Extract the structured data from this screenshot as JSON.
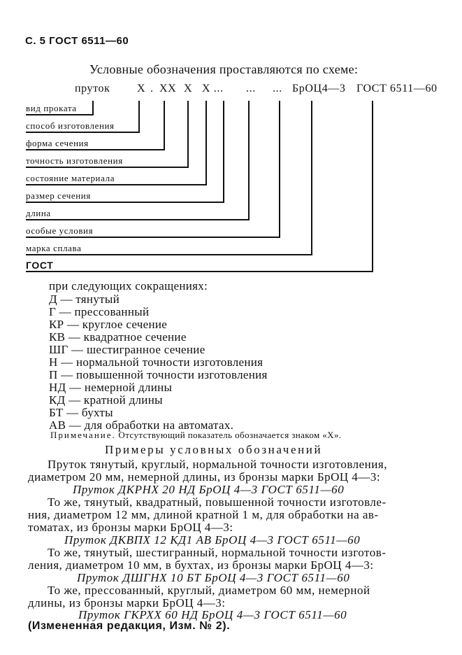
{
  "header": "С. 5 ГОСТ 6511—60",
  "intro": "Условные обозначения проставляются по схеме:",
  "scheme": {
    "p1": "пруток",
    "p2": "X",
    "p3": ".",
    "p4": "XX",
    "p5": "X",
    "p6": "X ...",
    "p7": "...",
    "p8": "...",
    "p9": "БрОЦ4—3",
    "p10": "ГОСТ 6511—60"
  },
  "labels": [
    "вид проката",
    "способ изготовления",
    "форма сечения",
    "точность изготовления",
    "состояние материала",
    "размер сечения",
    "длина",
    "особые условия",
    "марка сплава",
    "ГОСТ"
  ],
  "abbr_intro": "при следующих сокращениях:",
  "abbreviations": [
    "Д — тянутый",
    "Г — прессованный",
    "КР — круглое сечение",
    "КВ — квадратное сечение",
    "ШГ — шестигранное сечение",
    "Н — нормальной точности изготовления",
    "П — повышенной точности изготовления",
    "НД — немерной длины",
    "КД — кратной длины",
    "БТ — бухты",
    "АВ — для обработки на автоматах."
  ],
  "note": {
    "head": "Примечание.",
    "body": "Отсутствующий показатель обозначается знаком «X»."
  },
  "examples_title": "Примеры условных обозначений",
  "examples": {
    "e1": [
      "Пруток тянутый, круглый, нормальной точности изготовления,",
      "диаметром 20 мм, немерной длины, из бронзы марки БрОЦ 4—3:"
    ],
    "c1": "Пруток ДКРНХ 20 НД БрОЦ 4—3 ГОСТ 6511—60",
    "e2": [
      "То же, тянутый, квадратный, повышенной точности изготовле-",
      "ния, диаметром 12 мм, длиной кратной 1 м, для обработки на ав-",
      "томатах, из бронзы марки БрОЦ 4—3:"
    ],
    "c2": "Пруток ДКВПХ 12 КД1 АВ БрОЦ 4—3 ГОСТ 6511—60",
    "e3": [
      "То же, тянутый, шестигранный, нормальной точности изготов-",
      "ления, диаметром 10 мм, в бухтах, из бронзы марки БрОЦ 4—3:"
    ],
    "c3": "Пруток ДШГНХ 10 БТ БрОЦ 4—3 ГОСТ 6511—60",
    "e4": [
      "То же, прессованный, круглый, диаметром 60 мм, немерной",
      "длины, из бронзы марки БрОЦ 4—3:"
    ],
    "c4": "Пруток ГКРХХ 60 НД БрОЦ 4—3 ГОСТ 6511—60"
  },
  "footer": "(Измененная редакция, Изм. № 2)."
}
